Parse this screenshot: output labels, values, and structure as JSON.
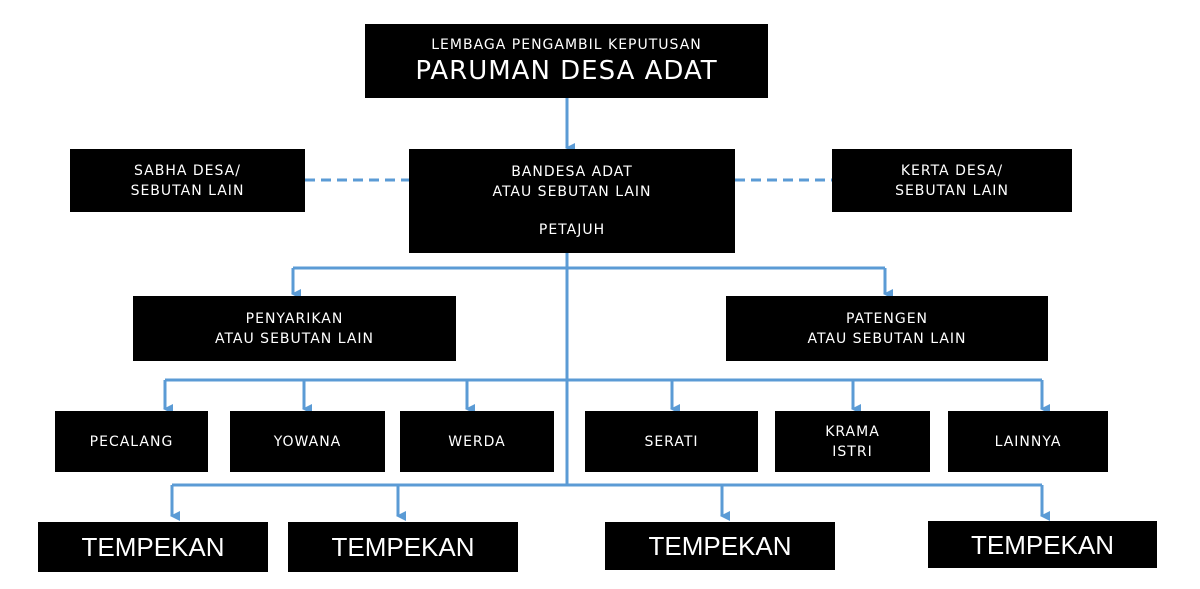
{
  "colors": {
    "box": "#000000",
    "text": "#ffffff",
    "connector": "#5b9bd5"
  },
  "top": {
    "line1": "LEMBAGA PENGAMBIL KEPUTUSAN",
    "line2": "PARUMAN DESA ADAT"
  },
  "center": {
    "line1": "BANDESA ADAT",
    "line2": "ATAU SEBUTAN LAIN",
    "line3": "PETAJUH"
  },
  "left_side": {
    "line1": "SABHA DESA/",
    "line2": "SEBUTAN LAIN"
  },
  "right_side": {
    "line1": "KERTA DESA/",
    "line2": "SEBUTAN LAIN"
  },
  "penyarikan": {
    "line1": "PENYARIKAN",
    "line2": "ATAU SEBUTAN LAIN"
  },
  "patengen": {
    "line1": "PATENGEN",
    "line2": "ATAU SEBUTAN LAIN"
  },
  "units": {
    "pecalang": "PECALANG",
    "yowana": "YOWANA",
    "werda": "WERDA",
    "serati": "SERATI",
    "krama_line1": "KRAMA",
    "krama_line2": "ISTRI",
    "lainnya": "LAINNYA"
  },
  "tempekan": [
    "TEMPEKAN",
    "TEMPEKAN",
    "TEMPEKAN",
    "TEMPEKAN"
  ]
}
